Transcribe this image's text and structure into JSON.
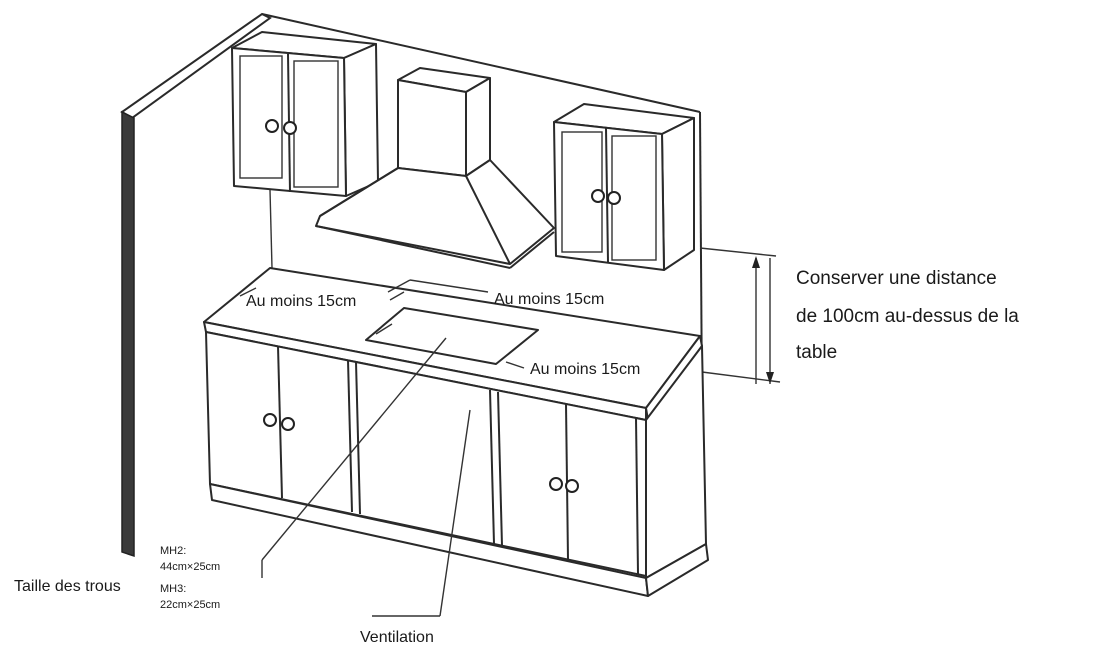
{
  "labels": {
    "clearance_left": "Au moins 15cm",
    "clearance_back": "Au moins 15cm",
    "clearance_front": "Au moins 15cm",
    "height_note_line1": "Conserver une distance",
    "height_note_line2": "de 100cm au-dessus de la",
    "height_note_line3": "table",
    "hole_size_title": "Taille des trous",
    "mh2_label": "MH2:",
    "mh2_size": "44cm×25cm",
    "mh3_label": "MH3:",
    "mh3_size": "22cm×25cm",
    "ventilation": "Ventilation"
  }
}
